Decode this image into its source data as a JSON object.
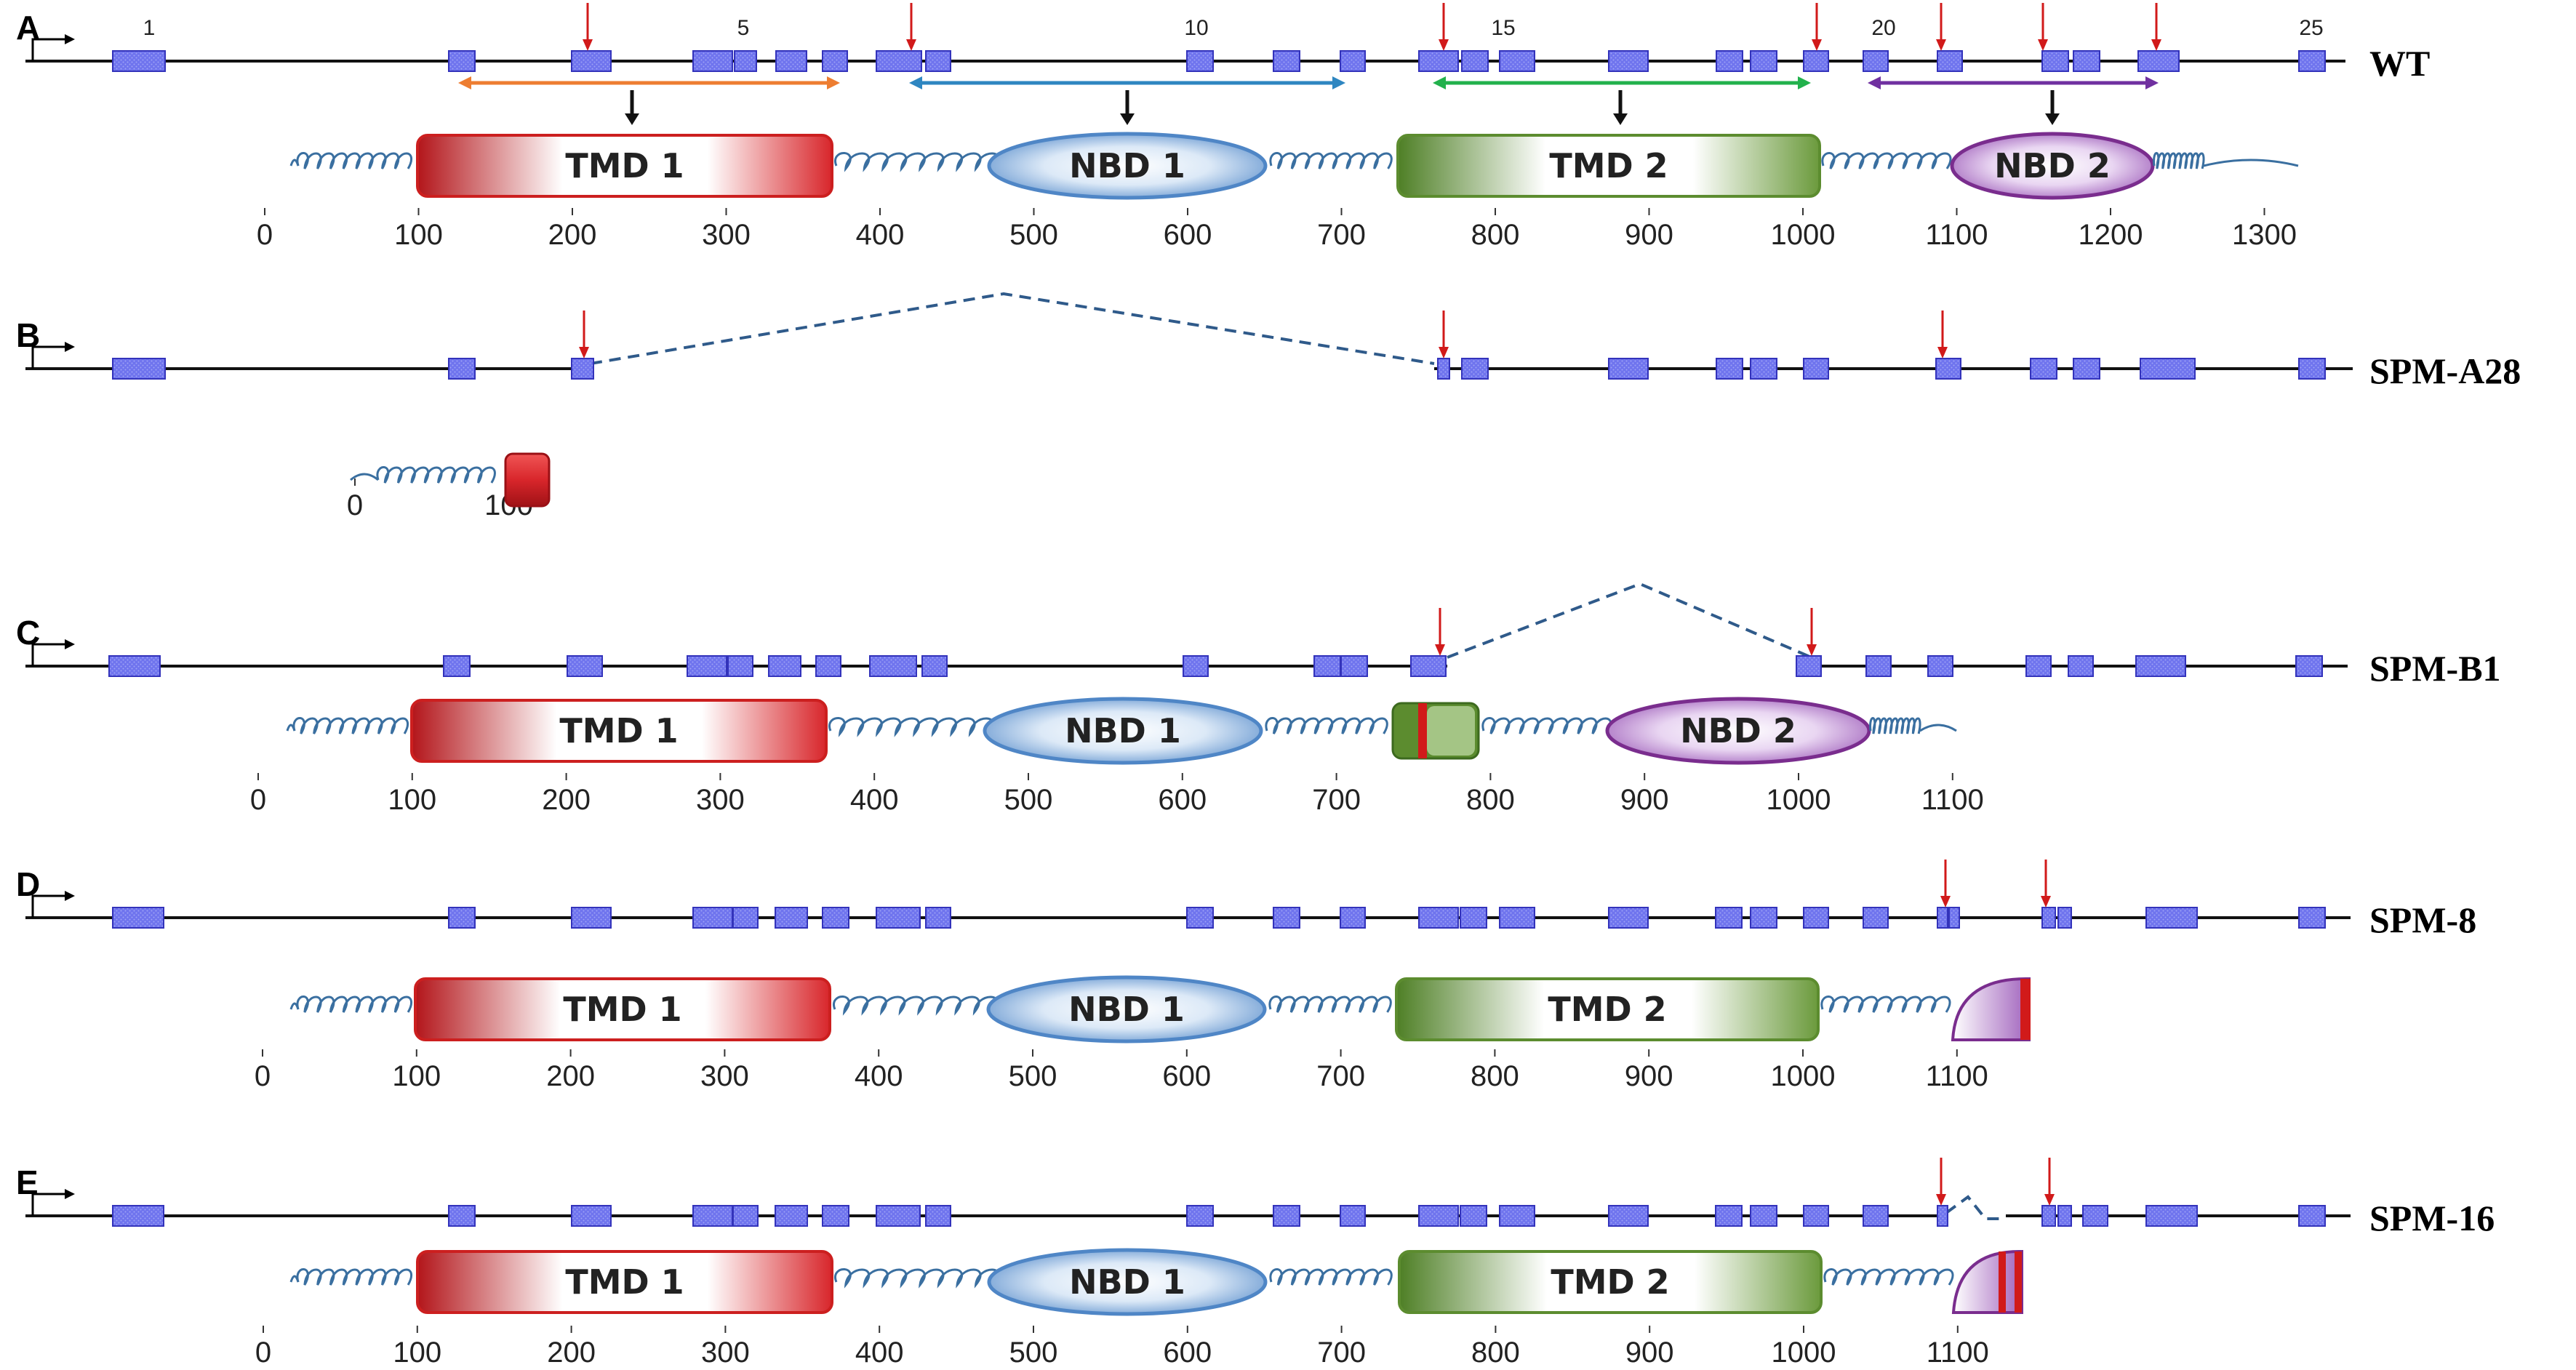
{
  "colors": {
    "exon": "#6f74ee",
    "exon_border": "#3333bb",
    "intron": "#111111",
    "deletion": "#2f5a8a",
    "mutation": "#d11a1a",
    "tmd1": "#cc1f1f",
    "nbd1": "#4f86c6",
    "tmd2": "#5c8c2f",
    "nbd2": "#7a2d8e",
    "helix": "#3a6fa0",
    "arrow_tmd1": "#ed7d31",
    "arrow_nbd1": "#2e86c1",
    "arrow_tmd2": "#22b14c",
    "arrow_nbd2": "#7030a0"
  },
  "icons": {
    "tss": "transcription-start-arrow-icon",
    "mutation": "red-arrow-icon"
  },
  "exon_numbers": [
    "1",
    "5",
    "10",
    "15",
    "20",
    "25"
  ],
  "domains": {
    "tmd1": "TMD 1",
    "nbd1": "NBD 1",
    "tmd2": "TMD 2",
    "nbd2": "NBD 2"
  },
  "panels": [
    {
      "letter": "A",
      "variant": "WT",
      "ticks": [
        "0",
        "100",
        "200",
        "300",
        "400",
        "500",
        "600",
        "700",
        "800",
        "900",
        "1000",
        "1100",
        "1200",
        "1300"
      ]
    },
    {
      "letter": "B",
      "variant": "SPM-A28",
      "ticks": [
        "0",
        "100"
      ]
    },
    {
      "letter": "C",
      "variant": "SPM-B1",
      "ticks": [
        "0",
        "100",
        "200",
        "300",
        "400",
        "500",
        "600",
        "700",
        "800",
        "900",
        "1000",
        "1100"
      ]
    },
    {
      "letter": "D",
      "variant": "SPM-8",
      "ticks": [
        "0",
        "100",
        "200",
        "300",
        "400",
        "500",
        "600",
        "700",
        "800",
        "900",
        "1000",
        "1100"
      ]
    },
    {
      "letter": "E",
      "variant": "SPM-16",
      "ticks": [
        "0",
        "100",
        "200",
        "300",
        "400",
        "500",
        "600",
        "700",
        "800",
        "900",
        "1000",
        "1100"
      ]
    }
  ]
}
